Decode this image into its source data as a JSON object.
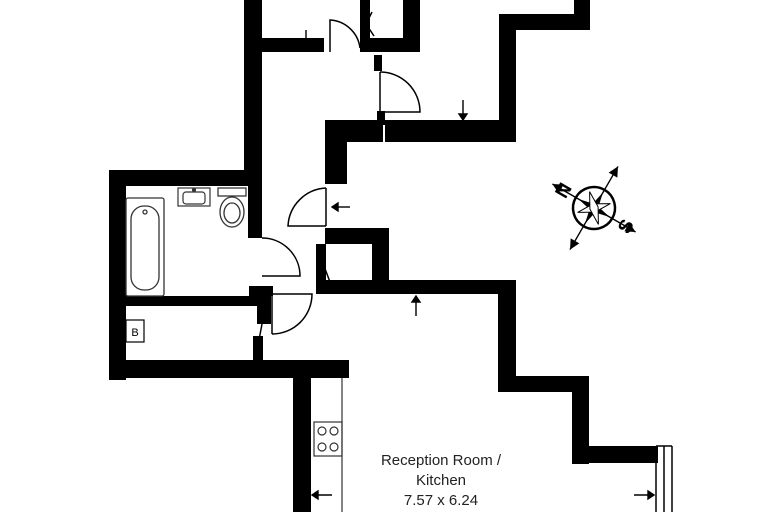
{
  "floorplan": {
    "rooms": [
      {
        "name_line1": "Reception Room /",
        "name_line2": "Kitchen",
        "dimensions": "7.57 x 6.24"
      }
    ],
    "fixtures": {
      "boiler_label": "B"
    },
    "compass": {
      "north": "N",
      "south": "S"
    },
    "colors": {
      "wall": "#000000",
      "fixture_stroke": "#333333",
      "background": "#ffffff"
    }
  }
}
